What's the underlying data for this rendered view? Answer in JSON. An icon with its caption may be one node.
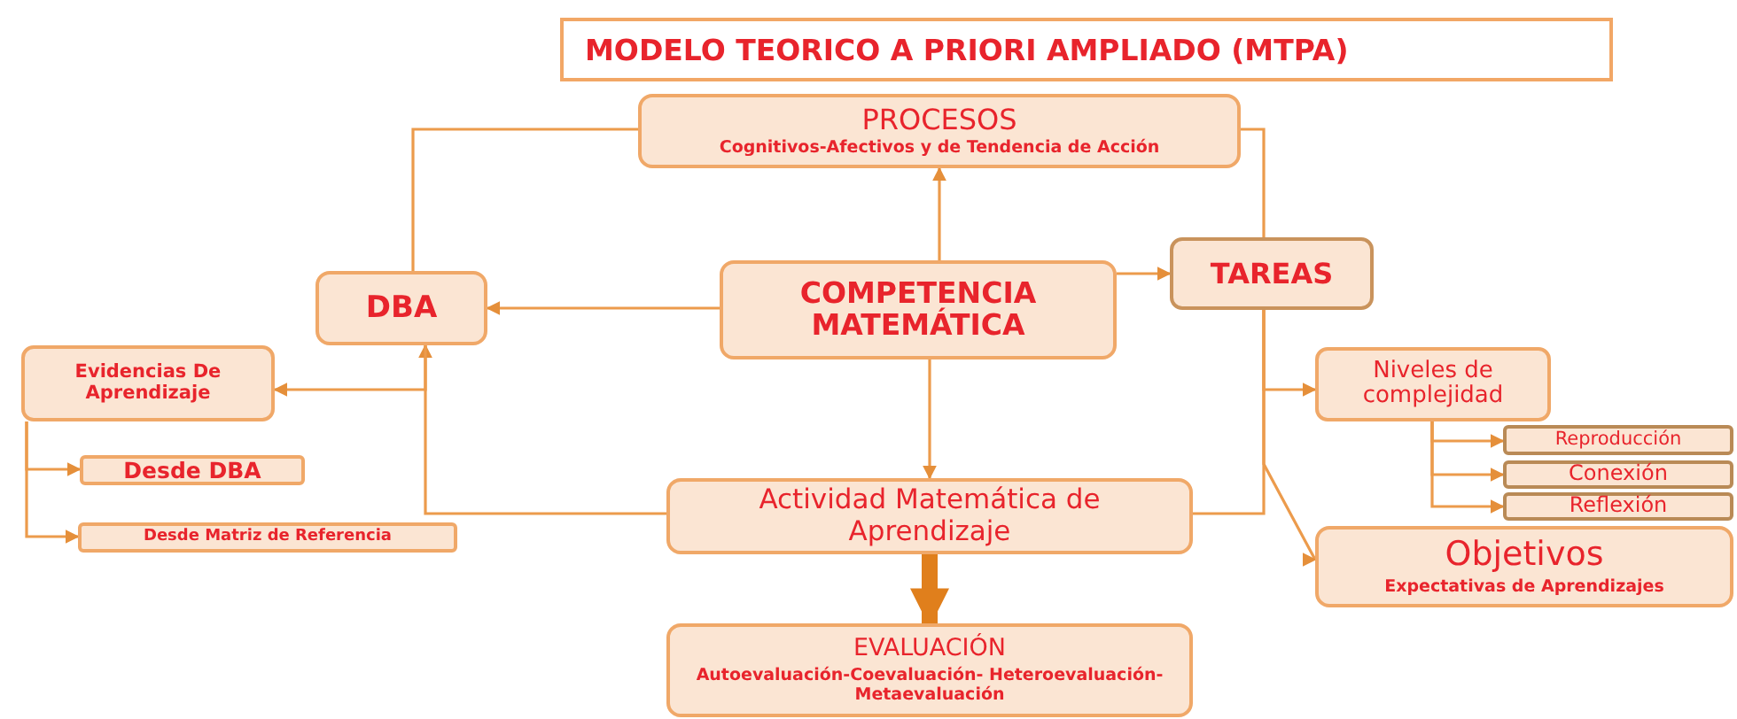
{
  "diagram": {
    "title": "MODELO TEORICO A PRIORI AMPLIADO (MTPA)",
    "nodes": [
      {
        "text": [
          "PROCESOS",
          "Cognitivos-Afectivos y de Tendencia de Acción"
        ]
      },
      {
        "text": [
          "DBA"
        ]
      },
      {
        "text": [
          "COMPETENCIA MATEMÁTICA"
        ]
      },
      {
        "text": [
          "TAREAS"
        ]
      },
      {
        "text": [
          "Evidencias De Aprendizaje"
        ]
      },
      {
        "text": [
          "Niveles de complejidad"
        ]
      },
      {
        "text": [
          "Reproducción"
        ]
      },
      {
        "text": [
          "Desde DBA"
        ]
      },
      {
        "text": [
          "Conexión"
        ]
      },
      {
        "text": [
          "Reflexión"
        ]
      },
      {
        "text": [
          "Desde Matriz de Referencia"
        ]
      },
      {
        "text": [
          "Actividad Matemática de Aprendizaje"
        ]
      },
      {
        "text": [
          "Objetivos",
          "Expectativas  de Aprendizajes"
        ]
      },
      {
        "text": [
          "EVALUACIÓN",
          "Autoevaluación-Coevaluación- Heteroevaluación-Metaevaluación"
        ]
      }
    ],
    "edges": [
      {
        "from": 2,
        "to": 0,
        "arrow": "to"
      },
      {
        "from": 2,
        "to": 1,
        "arrow": "to"
      },
      {
        "from": 2,
        "to": 3,
        "arrow": "to"
      },
      {
        "from": 2,
        "to": 11,
        "arrow": "to"
      },
      {
        "from": 0,
        "to": 1,
        "arrow": "none"
      },
      {
        "from": 0,
        "to": 3,
        "arrow": "none"
      },
      {
        "from": 3,
        "to": 5,
        "arrow": "to"
      },
      {
        "from": 3,
        "to": 12,
        "arrow": "to"
      },
      {
        "from": 11,
        "to": 3,
        "arrow": "none"
      },
      {
        "from": 11,
        "to": 1,
        "arrow": "to"
      },
      {
        "from": 1,
        "to": 4,
        "arrow": "to"
      },
      {
        "from": 4,
        "to": 7,
        "arrow": "to"
      },
      {
        "from": 4,
        "to": 10,
        "arrow": "to"
      },
      {
        "from": 5,
        "to": 6,
        "arrow": "to"
      },
      {
        "from": 5,
        "to": 8,
        "arrow": "to"
      },
      {
        "from": 5,
        "to": 9,
        "arrow": "to"
      },
      {
        "from": 11,
        "to": 13,
        "arrow": "to",
        "style": "thick"
      }
    ]
  }
}
